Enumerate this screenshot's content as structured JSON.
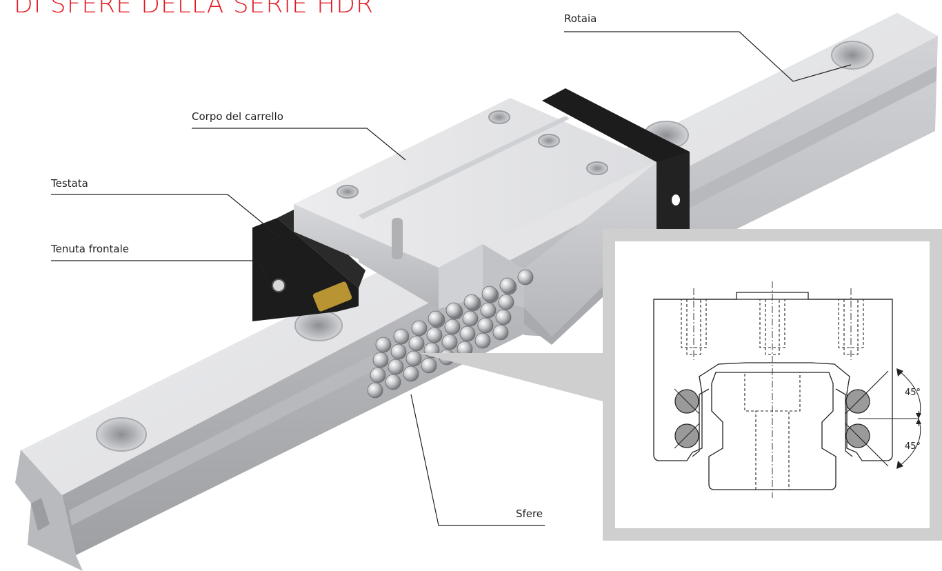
{
  "title": "DI SFERE DELLA SERIE HDR",
  "colors": {
    "title_red": "#e31b23",
    "rail_light": "#e4e4e6",
    "rail_mid": "#c9cacd",
    "rail_dark": "#a8a9ad",
    "block_light": "#e2e3e5",
    "block_dark": "#c4c5c8",
    "endcap_black": "#1c1c1c",
    "frame_grey": "#cfcfcf",
    "ball_grey": "#9a9a9a"
  },
  "callouts": {
    "rail": "Rotaia",
    "block": "Corpo del carrello",
    "end_cap": "Testata",
    "end_seal": "Tenuta frontale",
    "balls": "Sfere"
  },
  "inset": {
    "angle_top": "45°",
    "angle_bottom": "45°"
  }
}
